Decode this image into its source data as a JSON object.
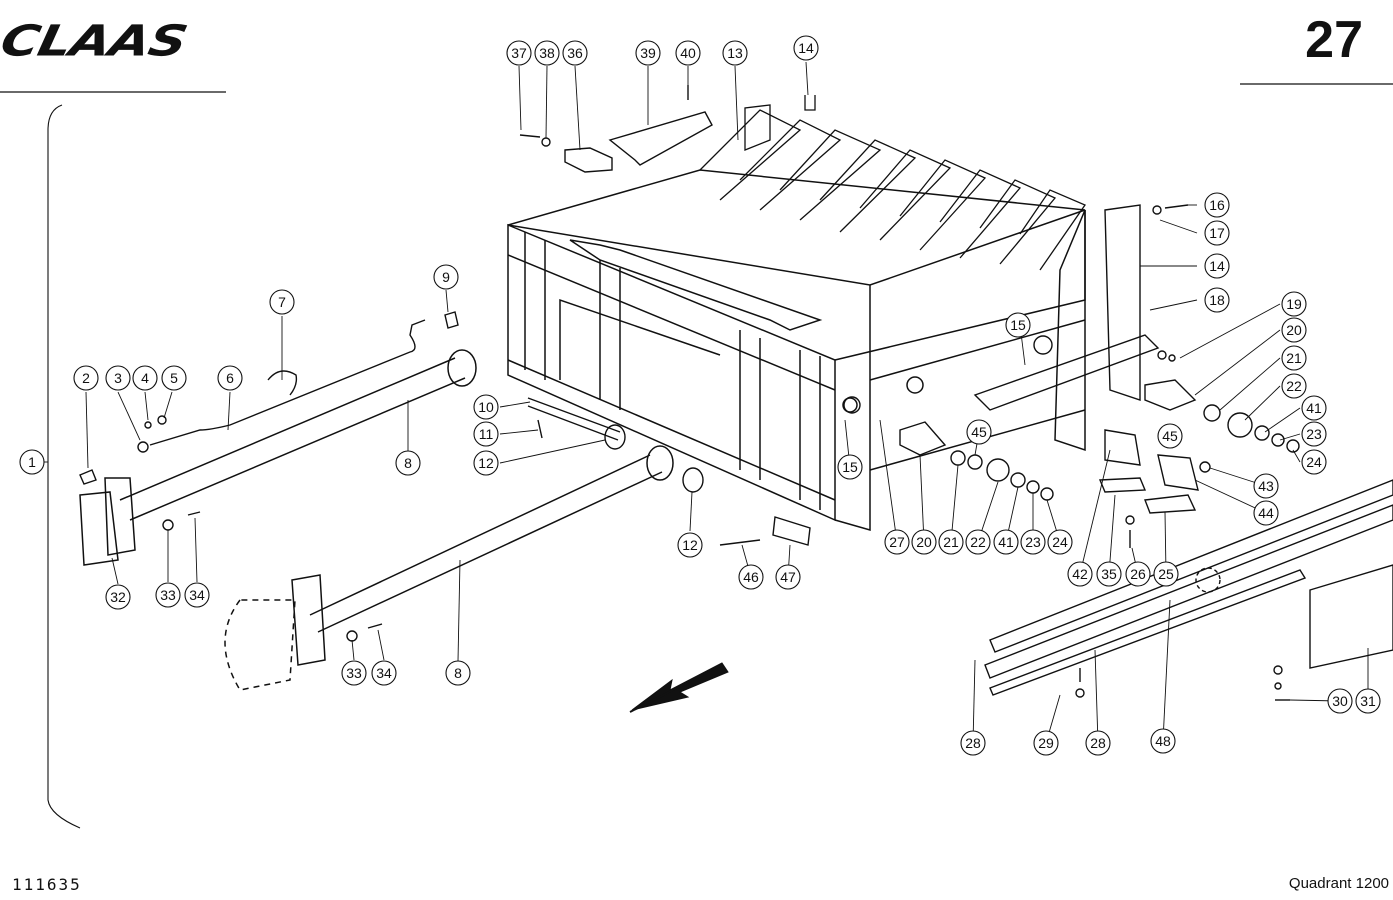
{
  "header": {
    "brand": "CLAAS",
    "page_number": "27"
  },
  "footer": {
    "drawing_number": "111635",
    "model": "Quadrant 1200"
  },
  "callouts": [
    "1",
    "2",
    "3",
    "4",
    "5",
    "6",
    "7",
    "8",
    "9",
    "10",
    "11",
    "12",
    "13",
    "14",
    "15",
    "16",
    "17",
    "18",
    "19",
    "20",
    "21",
    "22",
    "23",
    "24",
    "25",
    "26",
    "27",
    "28",
    "29",
    "30",
    "31",
    "32",
    "33",
    "34",
    "35",
    "36",
    "37",
    "38",
    "39",
    "40",
    "41",
    "42",
    "43",
    "44",
    "45",
    "46",
    "47",
    "48"
  ]
}
